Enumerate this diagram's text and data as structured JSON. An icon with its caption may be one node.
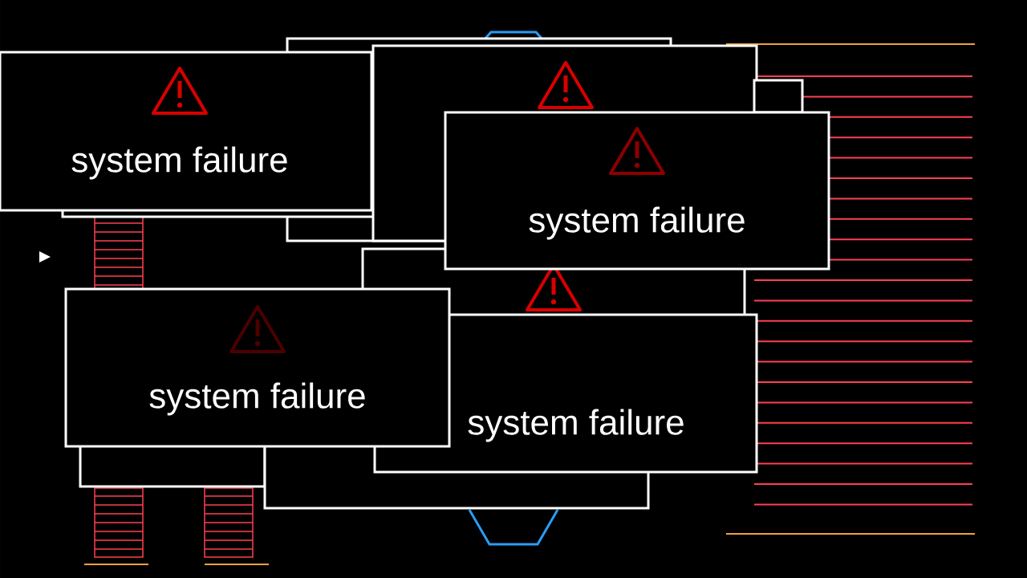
{
  "diagram": {
    "nodes": [
      {
        "text": [
          "system failure"
        ]
      },
      {
        "text": [
          "system failure"
        ]
      },
      {
        "text": [
          "system failure"
        ]
      },
      {
        "text": [
          "system failure"
        ]
      }
    ]
  }
}
